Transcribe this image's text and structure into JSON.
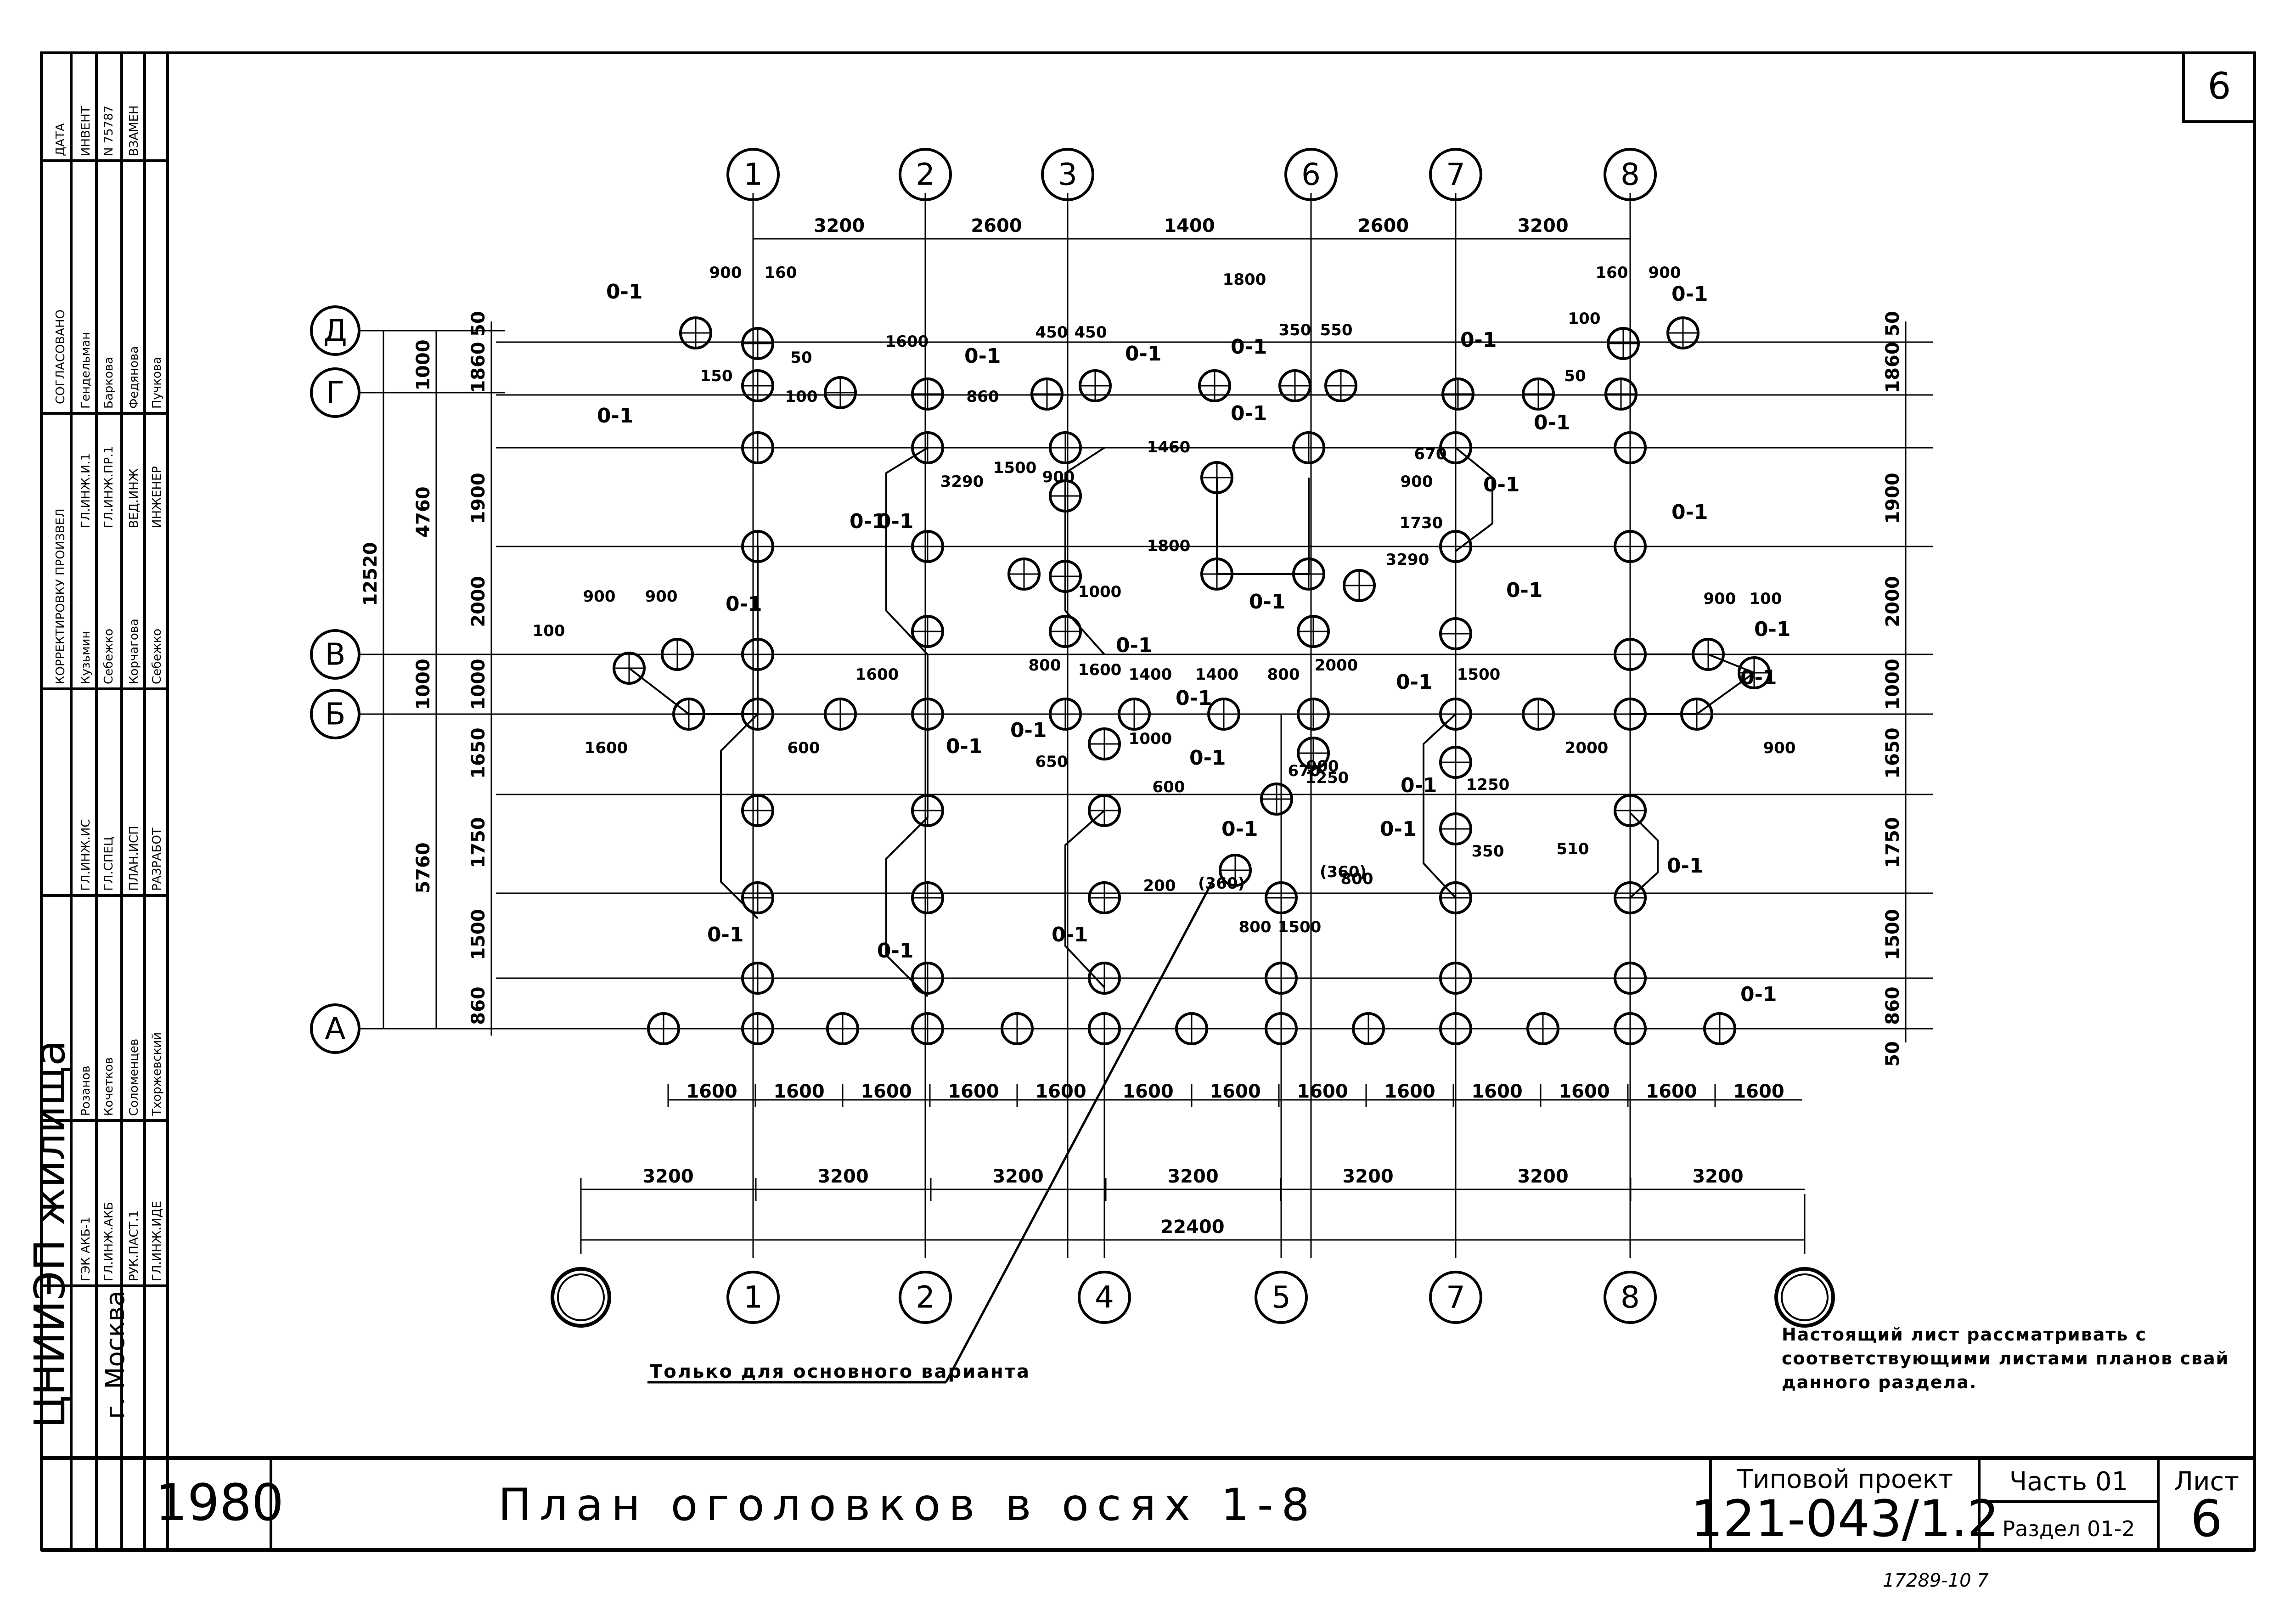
{
  "sheet_number": "6",
  "axes_top": [
    "1",
    "2",
    "3",
    "6",
    "7",
    "8"
  ],
  "axes_bottom": [
    "1",
    "2",
    "4",
    "5",
    "7",
    "8"
  ],
  "axes_left": [
    "Д",
    "Г",
    "В",
    "Б",
    "А"
  ],
  "top_dims": [
    "3200",
    "2600",
    "1400",
    "2600",
    "3200"
  ],
  "bottom_dims_1600": [
    "1600",
    "1600",
    "1600",
    "1600",
    "1600",
    "1600",
    "1600",
    "1600",
    "1600",
    "1600",
    "1600",
    "1600",
    "1600"
  ],
  "bottom_dims_3200": [
    "3200",
    "3200",
    "3200",
    "3200",
    "3200",
    "3200",
    "3200"
  ],
  "total_dim": "22400",
  "left_dims_outer": [
    "12520"
  ],
  "left_dims_mid": [
    "4760",
    "5760"
  ],
  "left_dims_inner": [
    "1000",
    "1000"
  ],
  "row_dims_left": [
    "50",
    "1860",
    "1900",
    "2000",
    "1000",
    "1650",
    "1750",
    "1500",
    "860"
  ],
  "row_dims_right": [
    "50",
    "1860",
    "1900",
    "2000",
    "1000",
    "1650",
    "1750",
    "1500",
    "860",
    "50"
  ],
  "inner_dims": [
    "900",
    "160",
    "1600",
    "450",
    "450",
    "1800",
    "350",
    "550",
    "160",
    "900",
    "100",
    "50",
    "150",
    "50",
    "100",
    "860",
    "3290",
    "1500",
    "900",
    "1460",
    "1800",
    "670",
    "900",
    "3290",
    "1730",
    "900",
    "900",
    "100",
    "1000",
    "800",
    "1600",
    "1400",
    "1400",
    "800",
    "2000",
    "1600",
    "600",
    "650",
    "1000",
    "600",
    "670",
    "900",
    "1250",
    "1250",
    "350",
    "510",
    "(360)",
    "200",
    "(360)",
    "800",
    "800",
    "1500",
    "1500",
    "1600",
    "2000",
    "900",
    "900",
    "100"
  ],
  "pile_cap_label": "0-1",
  "note_main_variant": "Только для основного варианта",
  "note_sheet": "Настоящий лист рассматривать с соответствующими листами планов свай данного раздела.",
  "title_block": {
    "org": "ЦНИИЭП жилища",
    "city": "г. Москва",
    "year": "1980",
    "title": "План оголовков в осях 1-8",
    "project_label": "Типовой проект",
    "project_number": "121-043/1.2",
    "part_label": "Часть 01",
    "section_label": "Раздел 01-2",
    "sheet_label": "Лист",
    "sheet_value": "6"
  },
  "stamp_rows": [
    "ГЭК АКБ-1",
    "ГЛ.ИНЖ.АКБ",
    "РУК.ПАСТ.1",
    "ГЛ.ИНЖ.ИДЕ"
  ],
  "stamp_names": [
    "Розанов",
    "Кочетков",
    "Соломенцев",
    "Тхоржевский"
  ],
  "stamp_roles": [
    "ГЛ.ИНЖ.ИС",
    "ГЛ.СПЕЦ",
    "ПЛАН.ИСП",
    "РАЗРАБОТ"
  ],
  "stamp_staff": [
    "Кузьмин",
    "Себежко",
    "Корчагова",
    "Себежко"
  ],
  "side_headers": [
    "КОРРЕКТИРОВКУ ПРОИЗВЕЛ",
    "СОГЛАСОВАНО",
    "ДАТА",
    "ИНВЕНТ",
    "ВЗАМЕН"
  ],
  "side_staff": [
    "Гендельман",
    "Баркова",
    "Федянова",
    "Пучкова"
  ],
  "side_roles": [
    "ГЛ.ИНЖ.И.1",
    "ГЛ.ИНЖ.ПР.1",
    "ВЕД.ИНЖ",
    "ИНЖЕНЕР"
  ],
  "inventory_number": "N 75787",
  "footer_code": "17289-10 7"
}
